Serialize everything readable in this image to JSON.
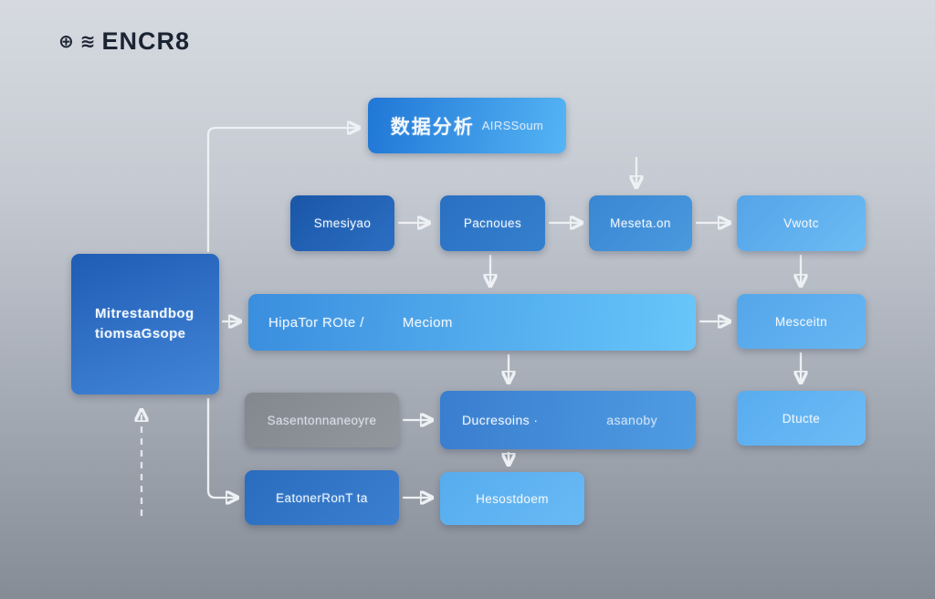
{
  "logo": {
    "text": "ENCR8",
    "icons": [
      {
        "name": "logo-mark-1",
        "glyph": "⊕"
      },
      {
        "name": "logo-mark-2",
        "glyph": "≋"
      }
    ]
  },
  "nodes": {
    "analysis": {
      "title": "数据分析",
      "subtitle": "AIRSSoum"
    },
    "row2": [
      {
        "label": "Smesiyao"
      },
      {
        "label": "Pacnoues"
      },
      {
        "label": "Meseta.on"
      },
      {
        "label": "Vwotc"
      }
    ],
    "left": {
      "line1": "Mitrestandbog",
      "line2": "tiomsaGsope"
    },
    "process": {
      "label_left": "HipaTor ROte /",
      "label_right": "Meciom"
    },
    "mesceitn": {
      "label": "Mesceitn"
    },
    "gray": {
      "label": "Sasentonnaneoyre"
    },
    "decision": {
      "label_left": "Ducresoins ·",
      "label_right": "asanoby"
    },
    "dtucte": {
      "label": "Dtucte"
    },
    "row5": [
      {
        "label": "EatonerRonT ta"
      },
      {
        "label": "Hesostdoem"
      }
    ]
  },
  "colors": {
    "background_top": "#d6dae0",
    "background_bottom": "#868c96",
    "blue_dark": "#1a56a8",
    "blue_mid": "#3a8ede",
    "blue_light": "#68c6fa",
    "gray_node": "#8b9097",
    "arrow": "#eef1f4",
    "logo_text": "#1b2433"
  }
}
